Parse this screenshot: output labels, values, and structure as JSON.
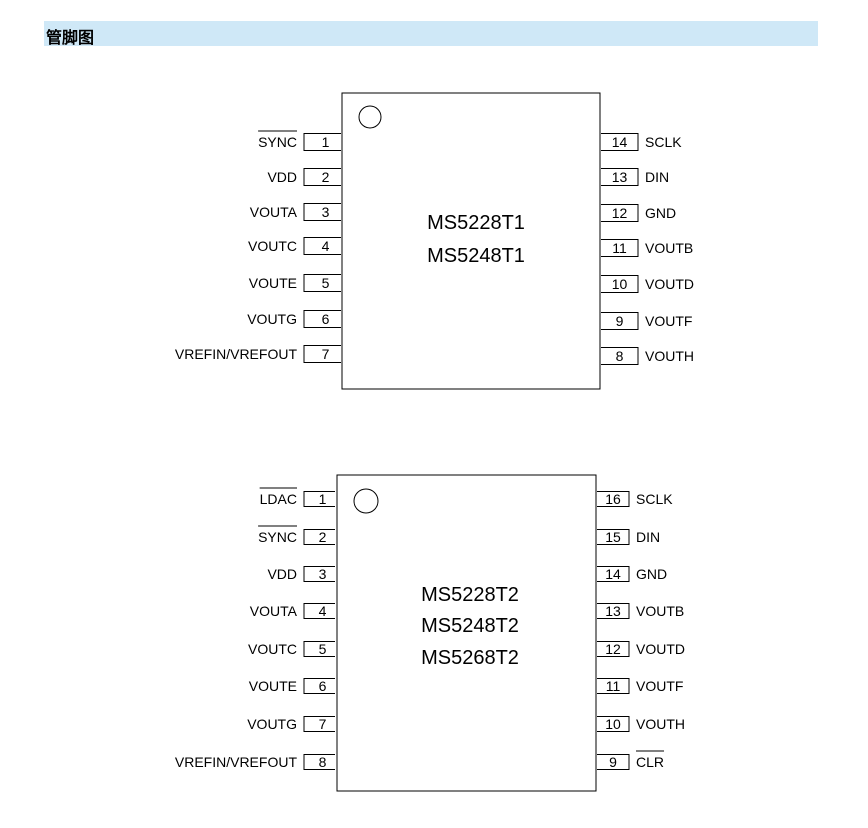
{
  "header": {
    "title": "管脚图"
  },
  "packages": [
    {
      "chip_names": [
        "MS5228T1",
        "MS5248T1"
      ],
      "left_pins": [
        {
          "num": "1",
          "name": "SYNC",
          "overline": true
        },
        {
          "num": "2",
          "name": "VDD",
          "overline": false
        },
        {
          "num": "3",
          "name": "VOUTA",
          "overline": false
        },
        {
          "num": "4",
          "name": "VOUTC",
          "overline": false
        },
        {
          "num": "5",
          "name": "VOUTE",
          "overline": false
        },
        {
          "num": "6",
          "name": "VOUTG",
          "overline": false
        },
        {
          "num": "7",
          "name": "VREFIN/VREFOUT",
          "overline": false
        }
      ],
      "right_pins": [
        {
          "num": "14",
          "name": "SCLK",
          "overline": false
        },
        {
          "num": "13",
          "name": "DIN",
          "overline": false
        },
        {
          "num": "12",
          "name": "GND",
          "overline": false
        },
        {
          "num": "11",
          "name": "VOUTB",
          "overline": false
        },
        {
          "num": "10",
          "name": "VOUTD",
          "overline": false
        },
        {
          "num": "9",
          "name": "VOUTF",
          "overline": false
        },
        {
          "num": "8",
          "name": "VOUTH",
          "overline": false
        }
      ]
    },
    {
      "chip_names": [
        "MS5228T2",
        "MS5248T2",
        "MS5268T2"
      ],
      "left_pins": [
        {
          "num": "1",
          "name": "LDAC",
          "overline": true
        },
        {
          "num": "2",
          "name": "SYNC",
          "overline": true
        },
        {
          "num": "3",
          "name": "VDD",
          "overline": false
        },
        {
          "num": "4",
          "name": "VOUTA",
          "overline": false
        },
        {
          "num": "5",
          "name": "VOUTC",
          "overline": false
        },
        {
          "num": "6",
          "name": "VOUTE",
          "overline": false
        },
        {
          "num": "7",
          "name": "VOUTG",
          "overline": false
        },
        {
          "num": "8",
          "name": "VREFIN/VREFOUT",
          "overline": false
        }
      ],
      "right_pins": [
        {
          "num": "16",
          "name": "SCLK",
          "overline": false
        },
        {
          "num": "15",
          "name": "DIN",
          "overline": false
        },
        {
          "num": "14",
          "name": "GND",
          "overline": false
        },
        {
          "num": "13",
          "name": "VOUTB",
          "overline": false
        },
        {
          "num": "12",
          "name": "VOUTD",
          "overline": false
        },
        {
          "num": "11",
          "name": "VOUTF",
          "overline": false
        },
        {
          "num": "10",
          "name": "VOUTH",
          "overline": false
        },
        {
          "num": "9",
          "name": "CLR",
          "overline": true
        }
      ]
    }
  ]
}
